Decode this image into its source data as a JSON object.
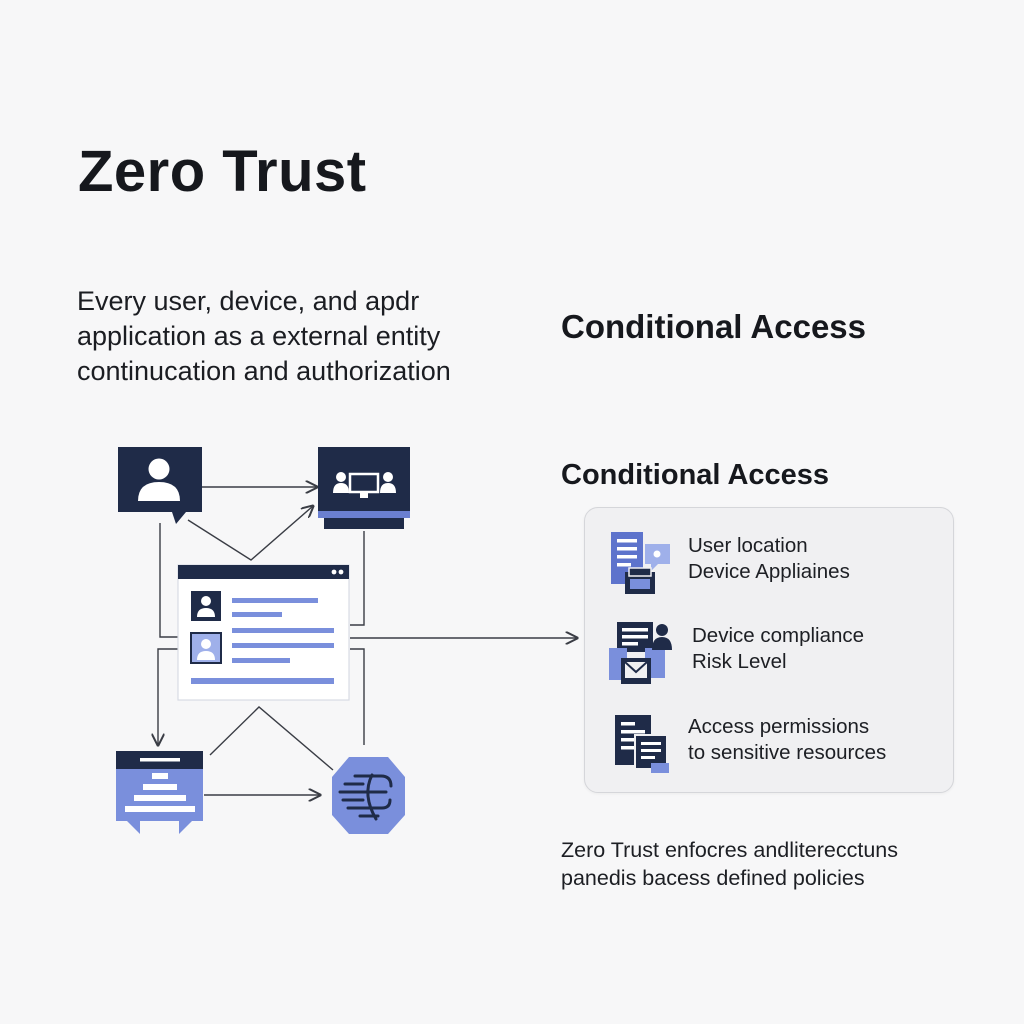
{
  "title": "Zero Trust",
  "intro": {
    "lines": [
      "Every user, device, and apdr",
      "application as a external entity",
      "continucation and authorization"
    ]
  },
  "conditional_heading_large": "Conditional Access",
  "conditional_heading": "Conditional Access",
  "conditions": [
    {
      "icon": "location-document-icon",
      "lines": [
        "User location",
        "Device Appliaines"
      ]
    },
    {
      "icon": "device-compliance-icon",
      "lines": [
        "Device compliance",
        "Risk Level"
      ]
    },
    {
      "icon": "permissions-document-icon",
      "lines": [
        "Access permissions",
        "to sensitive resources"
      ]
    }
  ],
  "footer": {
    "lines": [
      "Zero Trust enfocres andlitereсctuns",
      "panedis bacess defined policies"
    ]
  },
  "colors": {
    "navy": "#1f2b48",
    "periwinkle": "#7a8fdc",
    "light_periwinkle": "#9fb0ea",
    "line": "#3a3d45"
  },
  "diagram_nodes": [
    "user-chat-icon",
    "monitor-users-icon",
    "app-window-icon",
    "data-flow-icon",
    "presentation-icon"
  ]
}
